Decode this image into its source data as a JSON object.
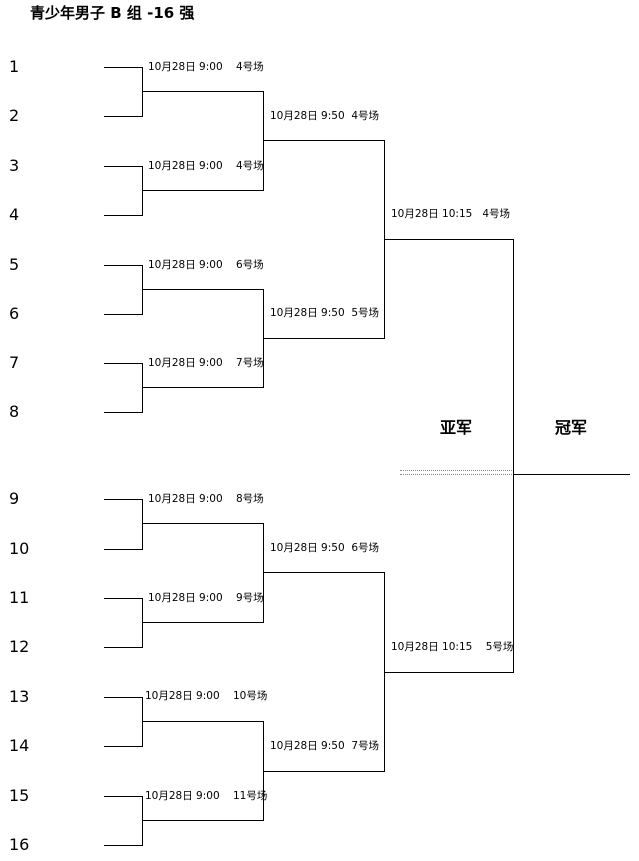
{
  "title": "青少年男子 B 组 -16 强",
  "seeds": [
    "1",
    "2",
    "3",
    "4",
    "5",
    "6",
    "7",
    "8",
    "9",
    "10",
    "11",
    "12",
    "13",
    "14",
    "15",
    "16"
  ],
  "round1": [
    {
      "time": "10月28日 9:00",
      "court": "4号场"
    },
    {
      "time": "10月28日 9:00",
      "court": "4号场"
    },
    {
      "time": "10月28日 9:00",
      "court": "6号场"
    },
    {
      "time": "10月28日 9:00",
      "court": "7号场"
    },
    {
      "time": "10月28日 9:00",
      "court": "8号场"
    },
    {
      "time": "10月28日 9:00",
      "court": "9号场"
    },
    {
      "time": "10月28日 9:00",
      "court": "10号场"
    },
    {
      "time": "10月28日 9:00",
      "court": "11号场"
    }
  ],
  "round2": [
    {
      "time": "10月28日  9:50",
      "court": "4号场"
    },
    {
      "time": "10月28日  9:50",
      "court": "5号场"
    },
    {
      "time": "10月28日  9:50",
      "court": "6号场"
    },
    {
      "time": "10月28日  9:50",
      "court": "7号场"
    }
  ],
  "round3": [
    {
      "time": "10月28日  10:15",
      "court": "4号场"
    },
    {
      "time": "10月28日  10:15",
      "court": "5号场"
    }
  ],
  "runner_up": "亚军",
  "champion": "冠军"
}
